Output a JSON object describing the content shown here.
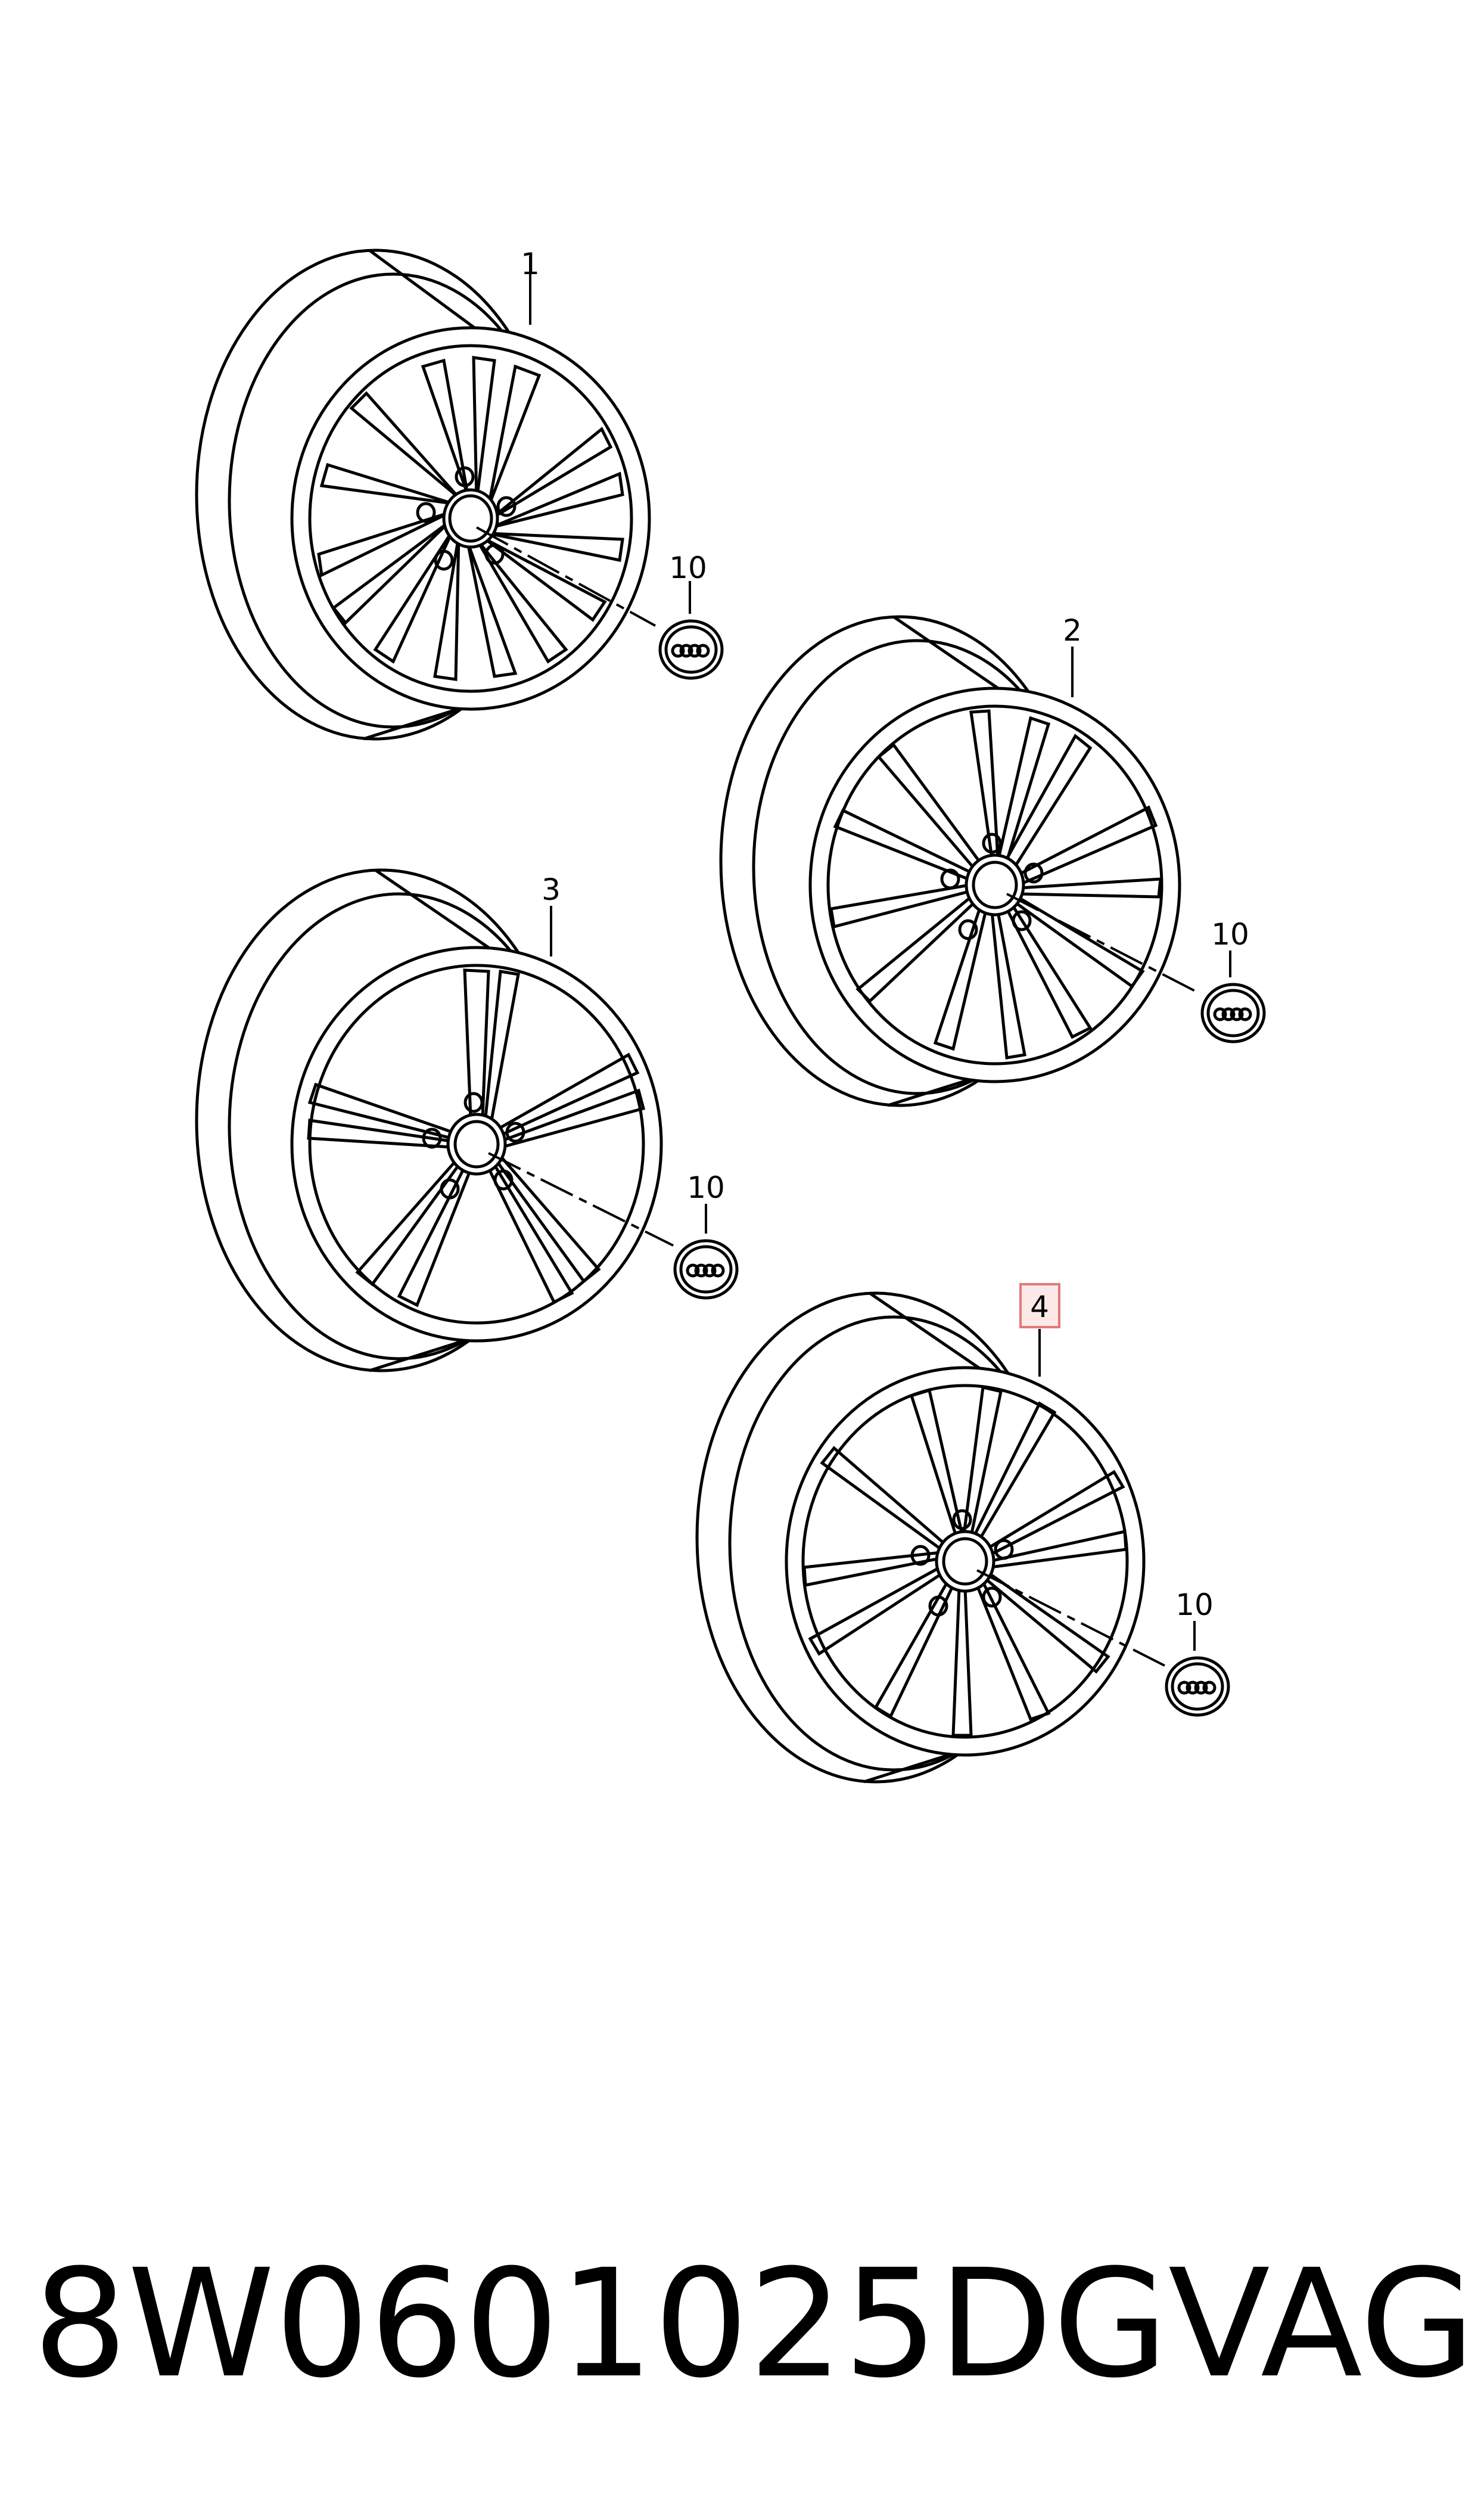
{
  "callouts": {
    "wheel_1": "1",
    "wheel_2": "2",
    "wheel_3": "3",
    "wheel_4": "4",
    "cap_label": "10"
  },
  "footer": {
    "part_number": "8W0601025DG",
    "brand": "VAG"
  },
  "colors": {
    "line": "#000000",
    "highlight_border": "#e07a7a",
    "highlight_fill": "#fde8e8"
  },
  "icons": [
    "wheel-1-icon",
    "wheel-2-icon",
    "wheel-3-icon",
    "wheel-4-icon",
    "center-cap-icon"
  ]
}
